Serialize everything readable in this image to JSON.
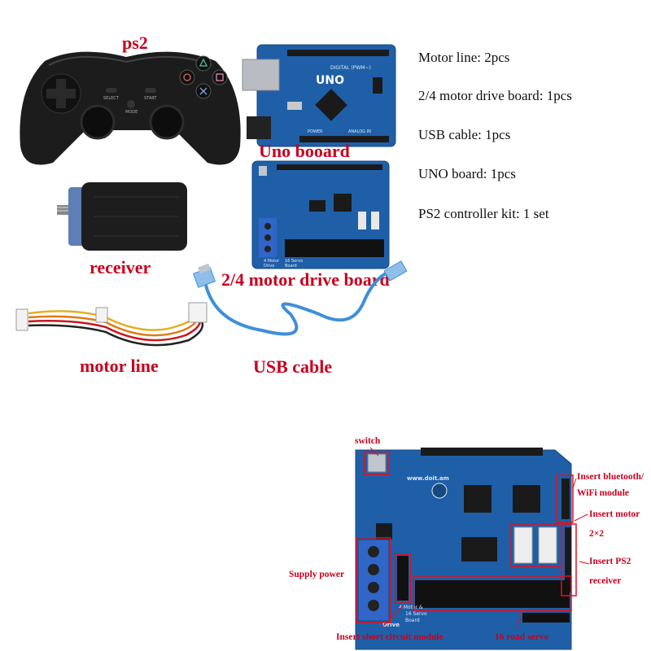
{
  "labels": {
    "ps2": "ps2",
    "uno_board": "Uno booard",
    "receiver": "receiver",
    "drive_board": "2/4 motor drive board",
    "motor_line": "motor line",
    "usb_cable": "USB cable"
  },
  "spec_list": [
    "Motor line: 2pcs",
    "2/4 motor drive board: 1pcs",
    "USB cable: 1pcs",
    "UNO board: 1pcs",
    "PS2 controller kit: 1 set"
  ],
  "board_annotations": {
    "switch": "switch",
    "bluetooth_1": "Insert bluetooth/",
    "bluetooth_2": "WiFi module",
    "insert_motor": "Insert motor",
    "two_by_two": "2×2",
    "supply_power": "Supply power",
    "ps2_1": "Insert PS2",
    "ps2_2": "receiver",
    "short_circuit": "Insert short circuit module",
    "servo": "16 road servo"
  },
  "board_text": {
    "uno_logo": "UNO",
    "uno_digital": "DIGITAL (PWM~)",
    "uno_power": "POWER",
    "uno_analog": "ANALOG IN",
    "shield_name_1": "4 Motor",
    "shield_name_2": "16 Servo",
    "shield_name_3": "Board",
    "shield_drive": "Drive",
    "big_shield_url": "www.doit.am",
    "big_shield_name_1": "4 Motor &",
    "big_shield_name_2": "16 Servo",
    "big_shield_name_3": "Board",
    "big_shield_drive": "Drive",
    "controller_select": "SELECT",
    "controller_start": "START",
    "controller_mode": "MODE"
  },
  "colors": {
    "label_red": "#c8001e",
    "pcb_blue": "#1f5fa8",
    "pcb_dark": "#17497f",
    "usb_blue": "#3f8fd8",
    "controller": "#1c1c1c"
  }
}
